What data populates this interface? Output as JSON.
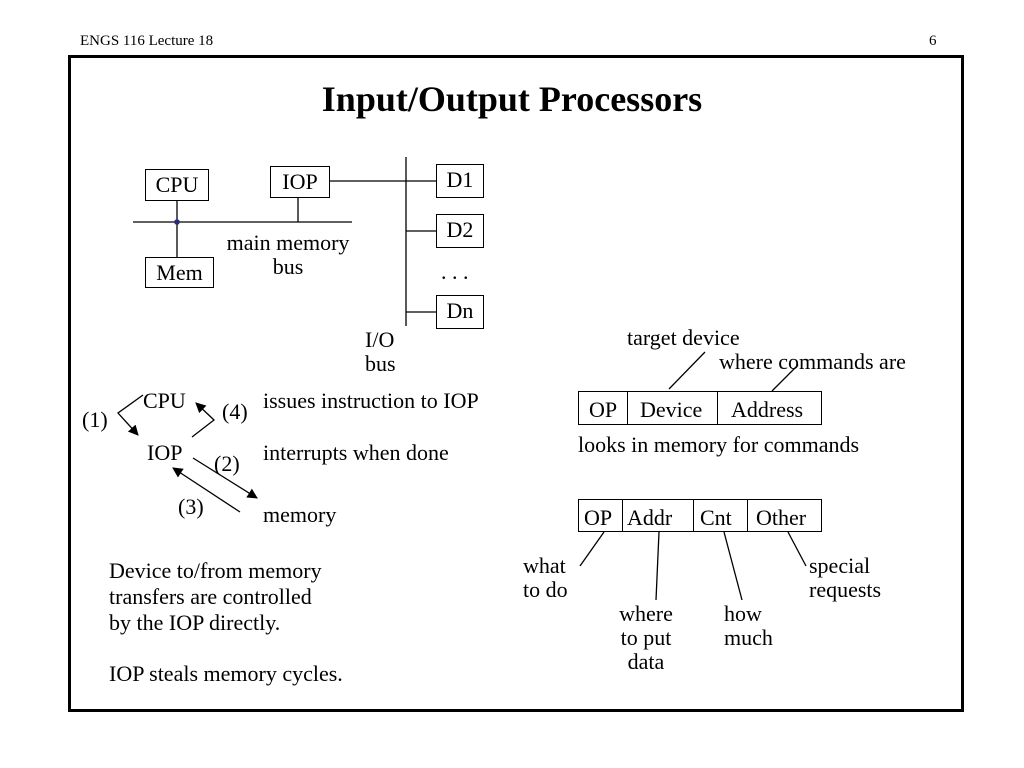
{
  "header": {
    "course": "ENGS 116  Lecture 18",
    "page_number": "6"
  },
  "slide": {
    "title": "Input/Output Processors"
  },
  "system_diagram": {
    "cpu": "CPU",
    "iop": "IOP",
    "mem": "Mem",
    "main_bus_label_1": "main memory",
    "main_bus_label_2": "bus",
    "devices": [
      "D1",
      "D2",
      "Dn"
    ],
    "ellipsis": ". . .",
    "io_bus_label_1": "I/O",
    "io_bus_label_2": "bus"
  },
  "interaction": {
    "cpu": "CPU",
    "iop": "IOP",
    "steps": [
      "(1)",
      "(2)",
      "(3)",
      "(4)"
    ],
    "issues": "issues instruction to IOP",
    "interrupts": "interrupts when done",
    "memory": "memory"
  },
  "notes": {
    "line1": "Device to/from memory",
    "line2": "transfers are controlled",
    "line3": "by the IOP directly.",
    "line4": "IOP steals memory cycles."
  },
  "instruction_format": {
    "target_device": "target device",
    "where_commands": "where commands are",
    "fields": [
      "OP",
      "Device",
      "Address"
    ],
    "caption": "looks in memory for commands"
  },
  "command_format": {
    "fields": [
      "OP",
      "Addr",
      "Cnt",
      "Other"
    ],
    "what_1": "what",
    "what_2": "to do",
    "where_1": "where",
    "where_2": "to put",
    "where_3": "data",
    "how_1": "how",
    "how_2": "much",
    "special_1": "special",
    "special_2": "requests"
  }
}
